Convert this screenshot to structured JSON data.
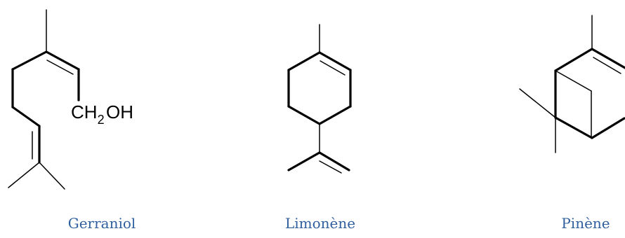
{
  "molecules": [
    {
      "name": "Gerraniol",
      "atoms": {
        "ch2": "CH",
        "ch2_sub": "2",
        "oh": "OH"
      }
    },
    {
      "name": "Limonène"
    },
    {
      "name": "Pinène"
    }
  ],
  "colors": {
    "caption": "#2f5f9e",
    "bond": "#000000"
  }
}
